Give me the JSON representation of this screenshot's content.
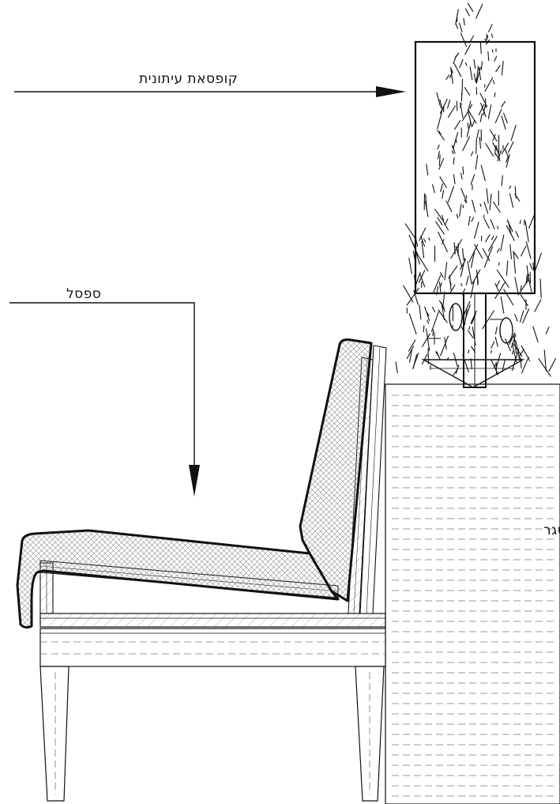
{
  "labels": {
    "planter_box": "קופסאת עיתונית",
    "bench": "ספסל",
    "partition": "מחיצה לפי מסגר"
  },
  "colors": {
    "line": "#111111",
    "hatch": "#8a8a8a",
    "background": "#ffffff"
  }
}
